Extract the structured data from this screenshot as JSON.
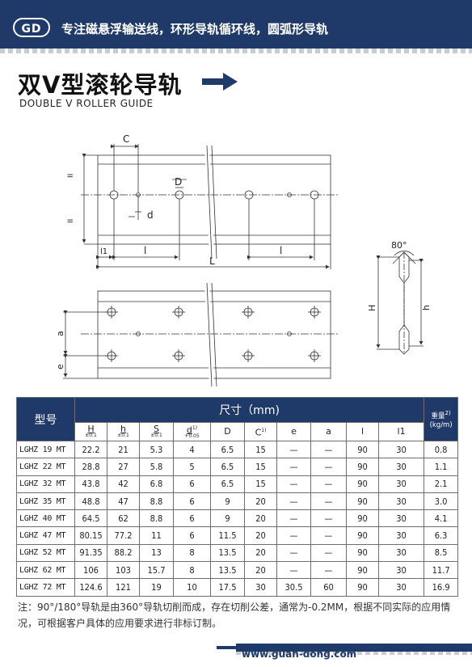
{
  "header": {
    "logo_text": "GD",
    "slogan": "专注磁悬浮输送线，环形导轨循环线，圆弧形导轨",
    "brand_color": "#1f3a68"
  },
  "title": {
    "cn": "双V型滚轮导轨",
    "en": "DOUBLE V ROLLER GUIDE",
    "arrow_icon": "right-arrow-icon"
  },
  "drawing": {
    "labels": {
      "c": "C",
      "d_upper": "D",
      "d_lower": "d",
      "h_top": "II",
      "h_bottom": "II",
      "l1": "l1",
      "l_left": "l",
      "l_total": "L",
      "l_right": "l",
      "angle": "80°",
      "H": "H",
      "h": "h",
      "a": "a",
      "e": "e"
    }
  },
  "table": {
    "header_model": "型号",
    "header_dims": "尺寸（mm)",
    "header_weight": "重量",
    "header_weight_sup": "2)",
    "header_weight_unit": "(kg/m)",
    "columns": [
      {
        "label": "H",
        "tol": "±0.1",
        "sup": ""
      },
      {
        "label": "h",
        "tol": "±0.1",
        "sup": ""
      },
      {
        "label": "S",
        "tol": "±0.1",
        "sup": ""
      },
      {
        "label": "d",
        "tol": "+0.05",
        "sup": "1)"
      },
      {
        "label": "D",
        "tol": "",
        "sup": ""
      },
      {
        "label": "C",
        "tol": "",
        "sup": "1)"
      },
      {
        "label": "e",
        "tol": "",
        "sup": ""
      },
      {
        "label": "a",
        "tol": "",
        "sup": ""
      },
      {
        "label": "l",
        "tol": "",
        "sup": ""
      },
      {
        "label": "l1",
        "tol": "",
        "sup": ""
      }
    ],
    "rows": [
      [
        "LGHZ 19 MT",
        "22.2",
        "21",
        "5.3",
        "4",
        "6.5",
        "15",
        "—",
        "—",
        "90",
        "30",
        "0.8"
      ],
      [
        "LGHZ 22 MT",
        "28.8",
        "27",
        "5.8",
        "5",
        "6.5",
        "15",
        "—",
        "—",
        "90",
        "30",
        "1.1"
      ],
      [
        "LGHZ 32 MT",
        "43.8",
        "42",
        "6.8",
        "6",
        "6.5",
        "15",
        "—",
        "—",
        "90",
        "30",
        "2.1"
      ],
      [
        "LGHZ 35 MT",
        "48.8",
        "47",
        "8.8",
        "6",
        "9",
        "20",
        "—",
        "—",
        "90",
        "30",
        "3.0"
      ],
      [
        "LGHZ 40 MT",
        "64.5",
        "62",
        "8.8",
        "6",
        "9",
        "20",
        "—",
        "—",
        "90",
        "30",
        "4.1"
      ],
      [
        "LGHZ 47 MT",
        "80.15",
        "77.2",
        "11",
        "6",
        "11.5",
        "20",
        "—",
        "—",
        "90",
        "30",
        "6.3"
      ],
      [
        "LGHZ 52 MT",
        "91.35",
        "88.2",
        "13",
        "8",
        "13.5",
        "20",
        "—",
        "—",
        "90",
        "30",
        "8.5"
      ],
      [
        "LGHZ 62 MT",
        "106",
        "103",
        "15.7",
        "8",
        "13.5",
        "20",
        "—",
        "—",
        "90",
        "30",
        "11.7"
      ],
      [
        "LGHZ 72 MT",
        "124.6",
        "121",
        "19",
        "10",
        "17.5",
        "30",
        "30.5",
        "60",
        "90",
        "30",
        "16.9"
      ]
    ]
  },
  "note": "注：90°/180°导轨是由360°导轨切削而成，存在切削公差，通常为-0.2MM，根据不同实际的应用情况，可根据客户具体的应用要求进行非标订制。",
  "footer": {
    "website": "www.guan-dong.com"
  }
}
